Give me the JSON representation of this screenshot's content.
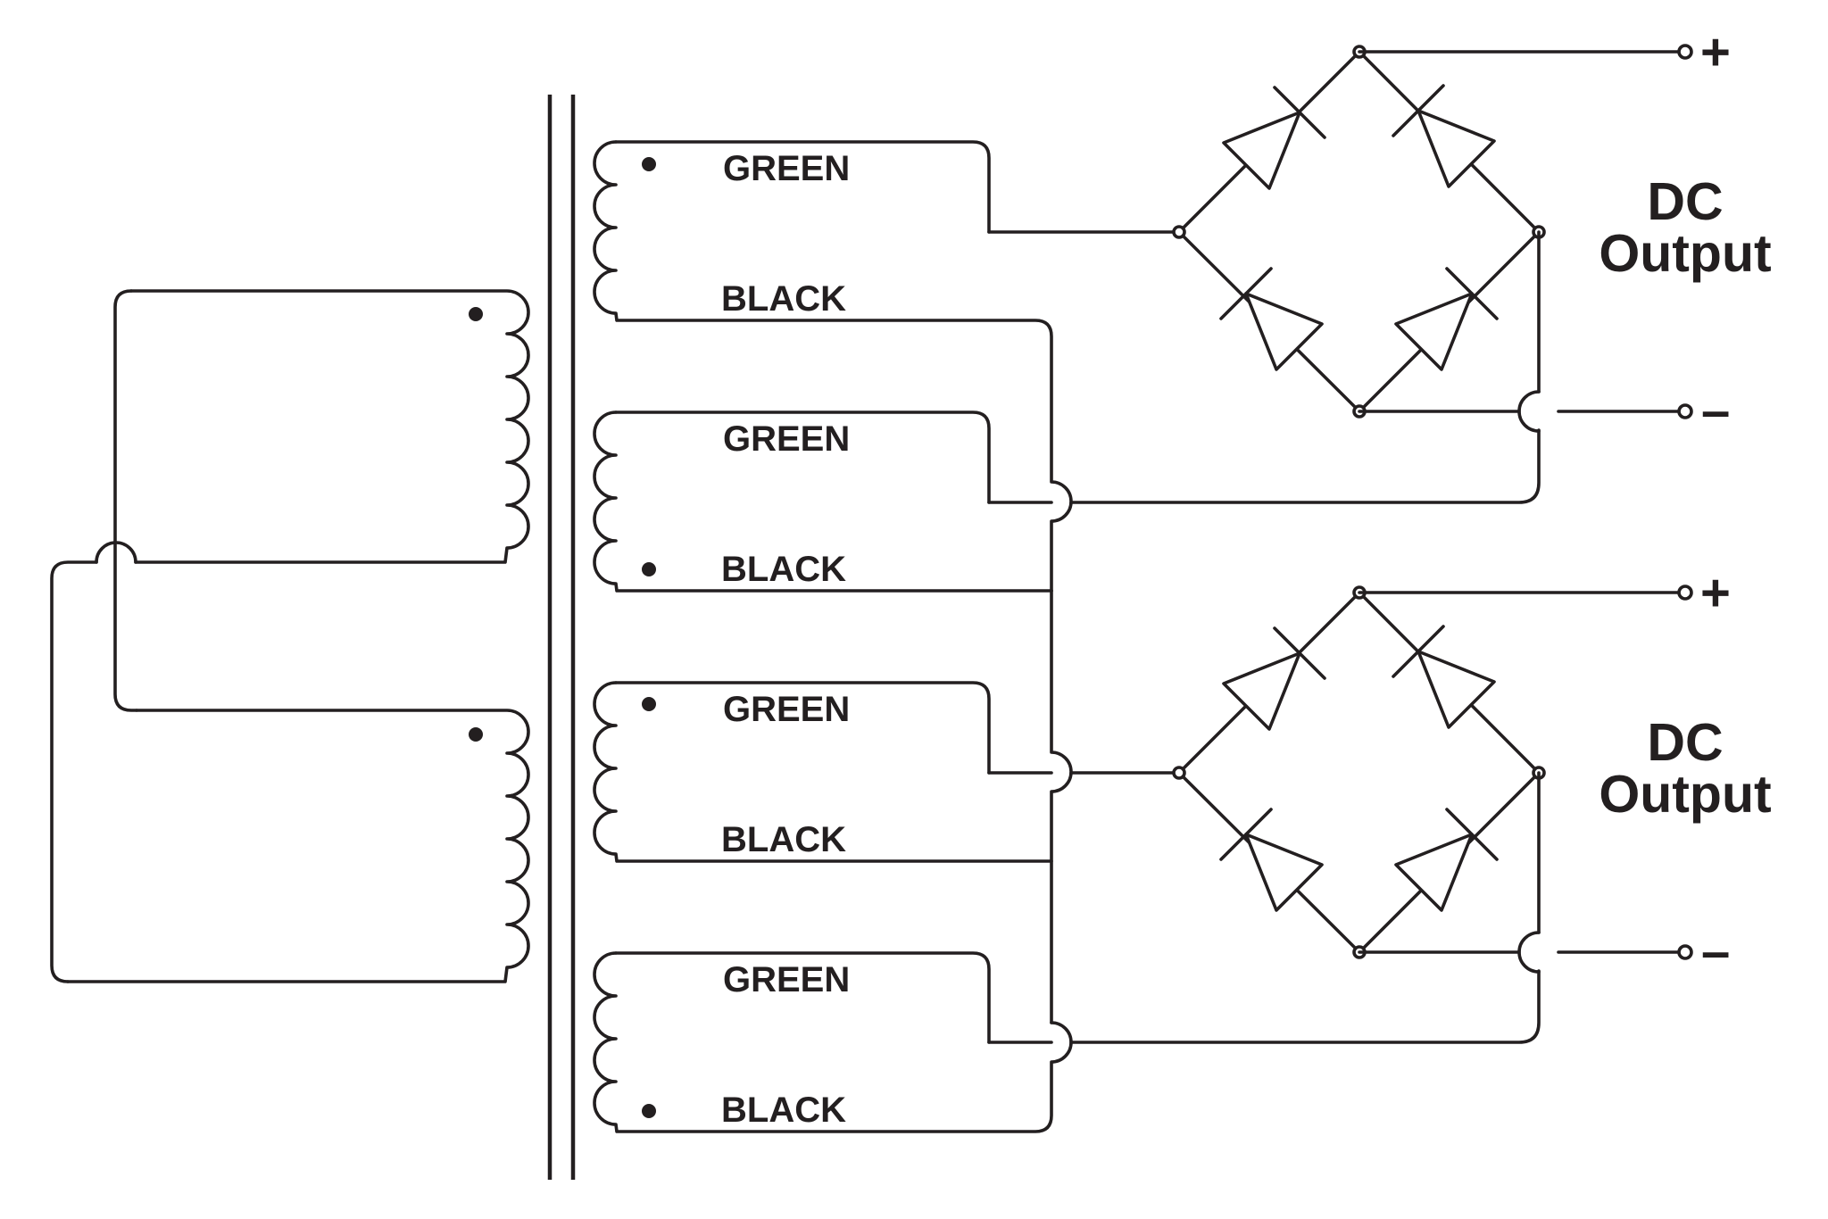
{
  "colors": {
    "ink": "#231f20",
    "background": "#ffffff"
  },
  "secondary_windings": [
    {
      "top_label": "GREEN",
      "bottom_label": "BLACK"
    },
    {
      "top_label": "GREEN",
      "bottom_label": "BLACK"
    },
    {
      "top_label": "GREEN",
      "bottom_label": "BLACK"
    },
    {
      "top_label": "GREEN",
      "bottom_label": "BLACK"
    }
  ],
  "outputs": [
    {
      "label_line1": "DC",
      "label_line2": "Output",
      "positive": "+",
      "negative": "–"
    },
    {
      "label_line1": "DC",
      "label_line2": "Output",
      "positive": "+",
      "negative": "–"
    }
  ]
}
